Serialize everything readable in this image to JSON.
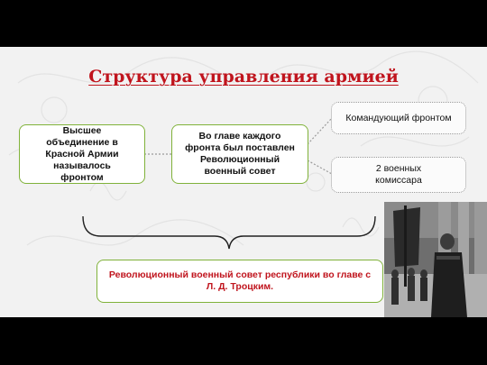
{
  "slide": {
    "title": "Структура управления армией",
    "box_front": "Высшее объединение в Красной Армии называлось фронтом",
    "box_council": "Во главе каждого фронта был поставлен Революционный военный совет",
    "box_commander": "Командующий фронтом",
    "box_commissars": "2 военных комиссара",
    "box_rvsr": "Революционный военный совет республики во главе с Л. Д. Троцким."
  },
  "colors": {
    "title": "#c0141d",
    "box_border": "#80b23a",
    "dotted_border": "#9a9a9a",
    "background": "#f2f2f2",
    "frame": "#000000"
  }
}
